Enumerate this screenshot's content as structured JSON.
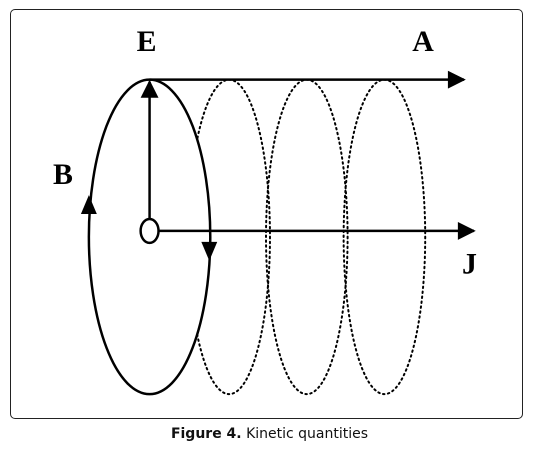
{
  "figure": {
    "labels": {
      "e": "E",
      "a": "A",
      "b": "B",
      "j": "J"
    },
    "caption": {
      "number": "Figure 4.",
      "text": " Kinetic quantities"
    }
  }
}
